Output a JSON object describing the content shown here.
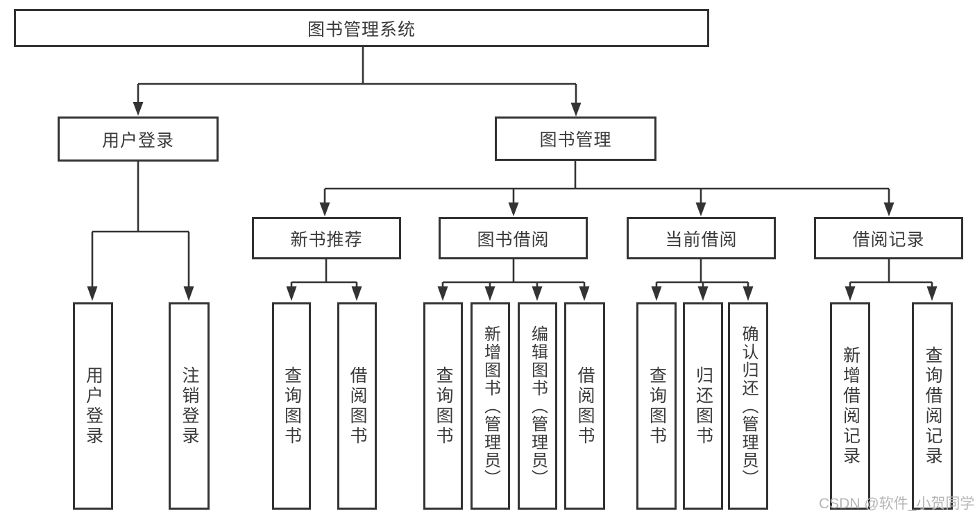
{
  "colors": {
    "line": "#333333",
    "text": "#3a3a3a",
    "background": "#ffffff",
    "watermark": "#b5b5b5"
  },
  "root": {
    "label": "图书管理系统"
  },
  "branches": [
    {
      "label": "用户登录",
      "children": [
        "用户登录",
        "注销登录"
      ]
    },
    {
      "label": "图书管理",
      "sections": [
        {
          "label": "新书推荐",
          "children": [
            "查询图书",
            "借阅图书"
          ]
        },
        {
          "label": "图书借阅",
          "children": [
            "查询图书",
            "新增图书（管理员）",
            "编辑图书（管理员）",
            "借阅图书"
          ]
        },
        {
          "label": "当前借阅",
          "children": [
            "查询图书",
            "归还图书",
            "确认归还（管理员）"
          ]
        },
        {
          "label": "借阅记录",
          "children": [
            "新增借阅记录",
            "查询借阅记录"
          ]
        }
      ]
    }
  ],
  "watermark": "CSDN @软件_小贺同学"
}
